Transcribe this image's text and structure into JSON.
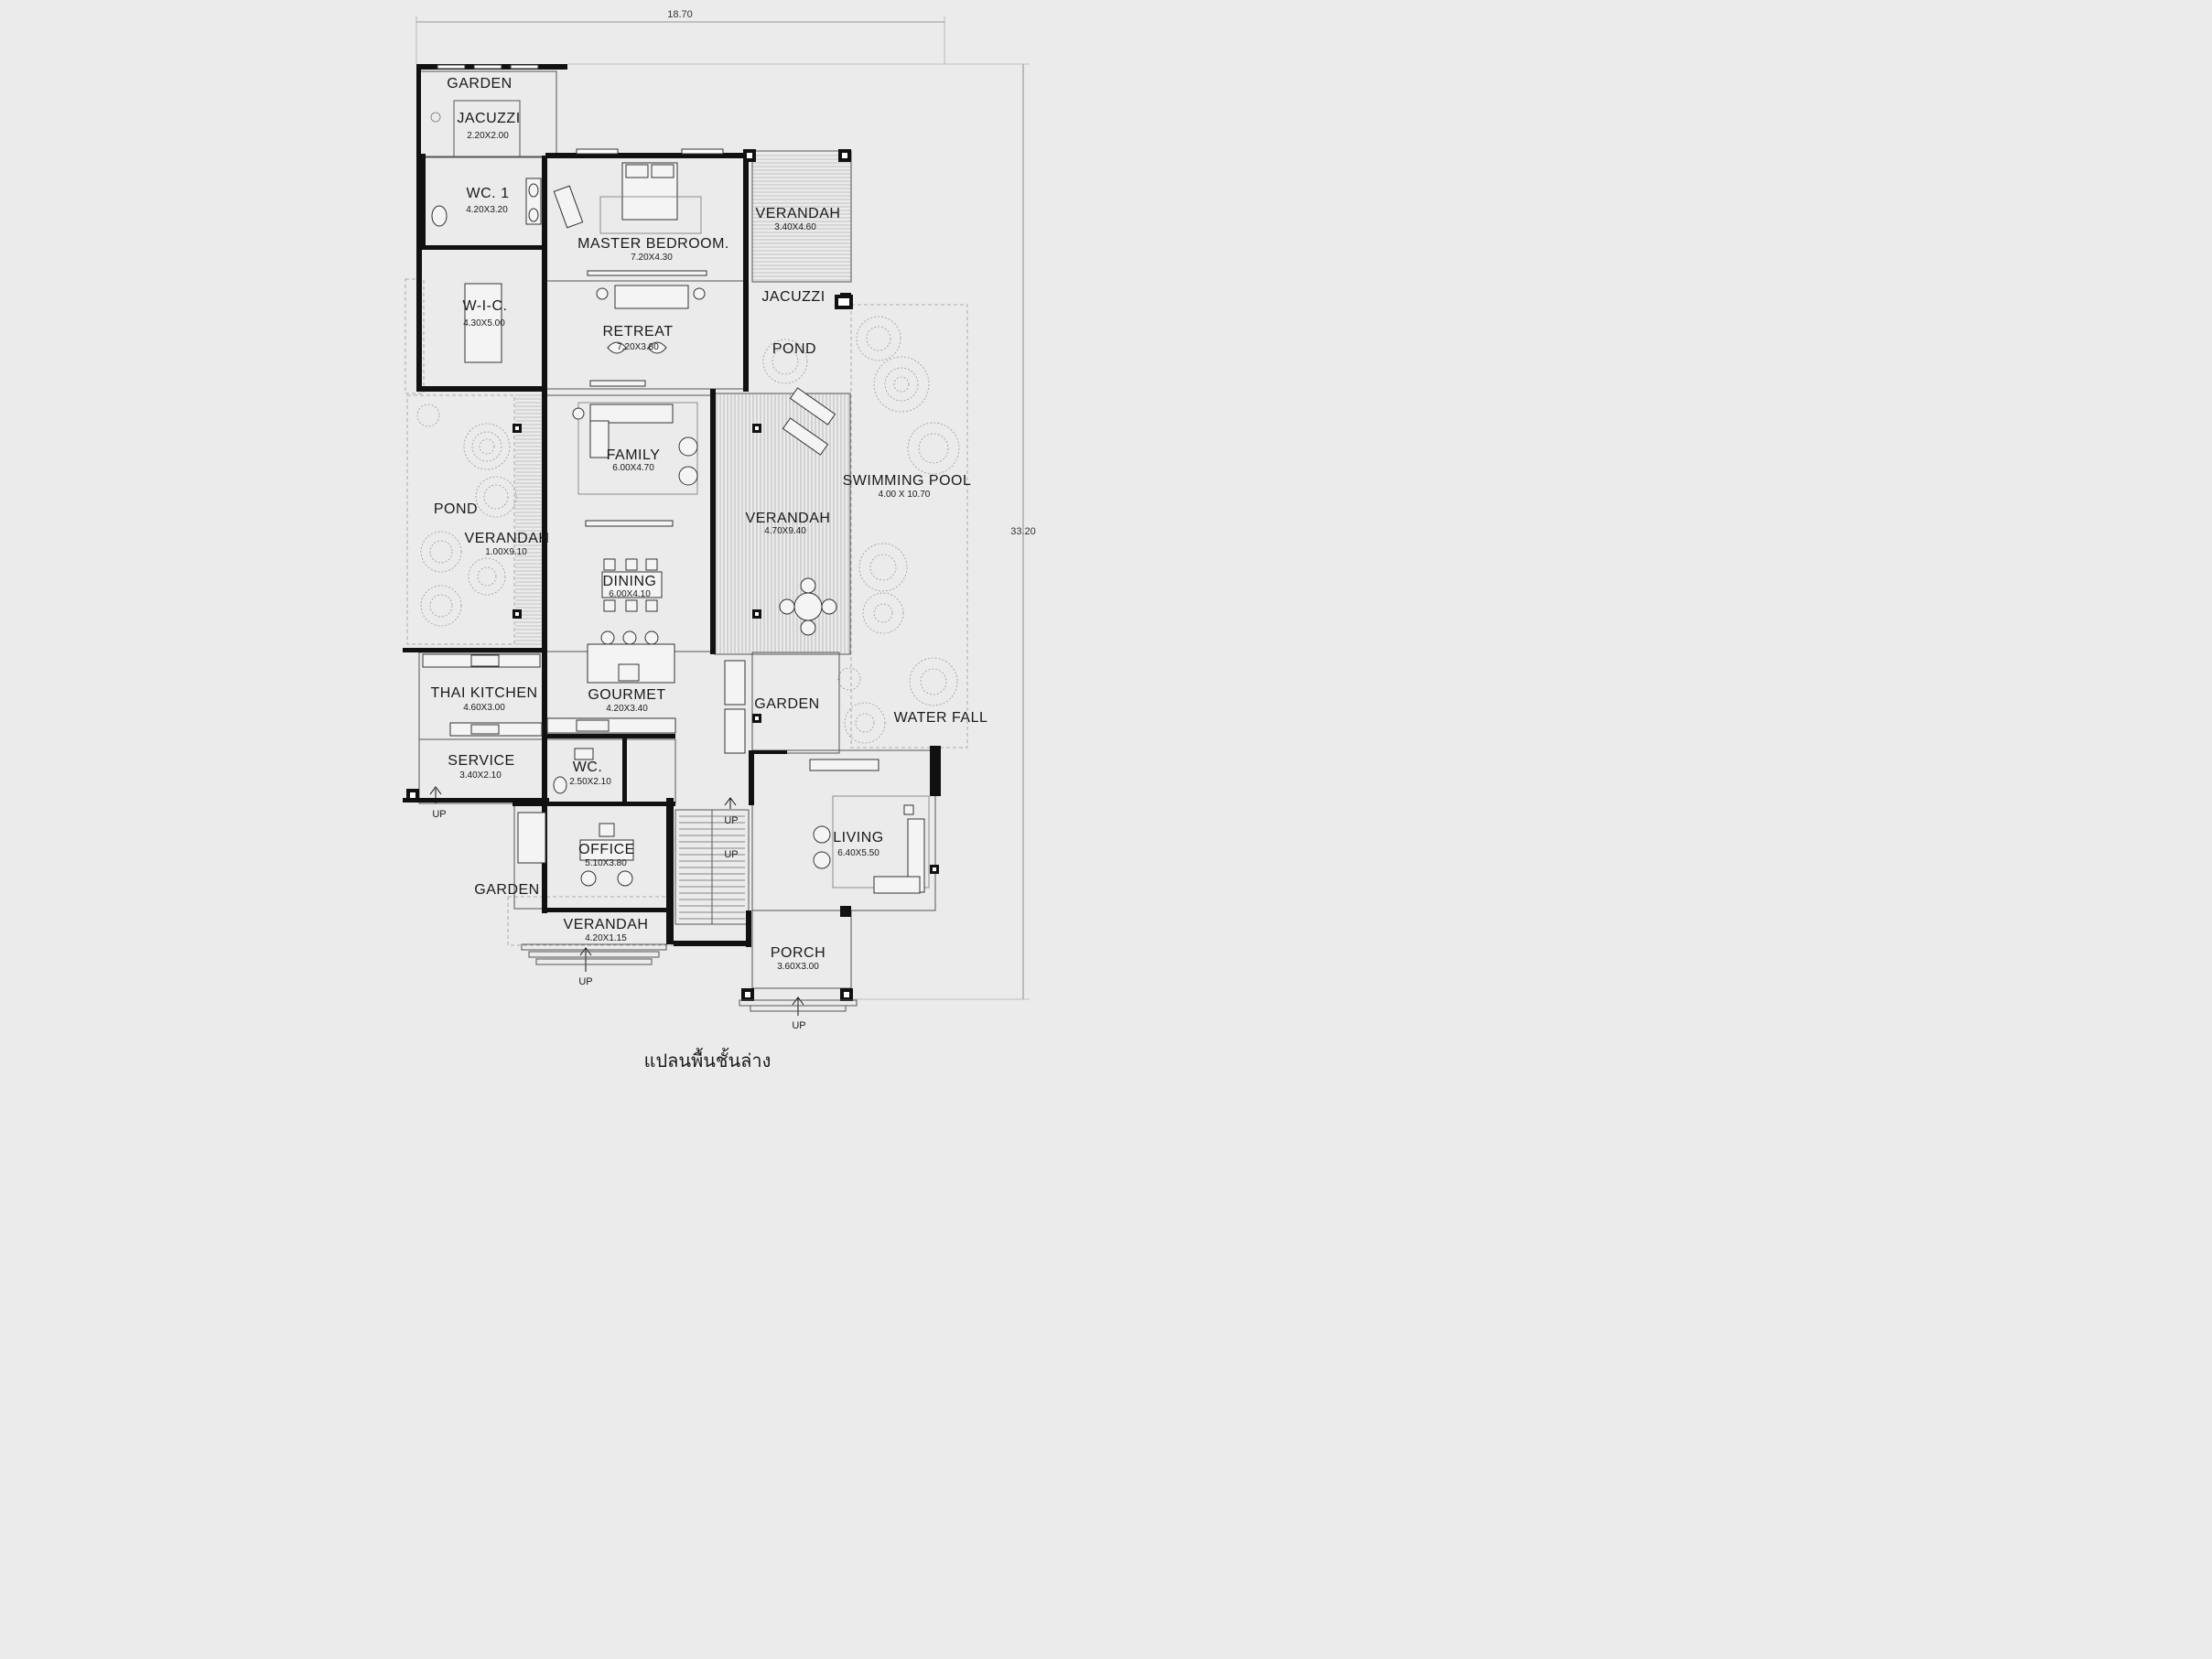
{
  "overall_dims": {
    "width": "18.70",
    "depth": "33.20"
  },
  "rooms": [
    {
      "key": "garden_top",
      "name": "GARDEN"
    },
    {
      "key": "jacuzzi_top",
      "name": "JACUZZI",
      "size": "2.20X2.00"
    },
    {
      "key": "wc1",
      "name": "WC. 1",
      "size": "4.20X3.20"
    },
    {
      "key": "master",
      "name": "MASTER BEDROOM.",
      "size": "7.20X4.30"
    },
    {
      "key": "verandah_ne",
      "name": "VERANDAH",
      "size": "3.40X4.60"
    },
    {
      "key": "jacuzzi_east",
      "name": "JACUZZI"
    },
    {
      "key": "wic",
      "name": "W-I-C.",
      "size": "4.30X5.00"
    },
    {
      "key": "retreat",
      "name": "RETREAT",
      "size": "7.20X3.80"
    },
    {
      "key": "pond_east",
      "name": "POND"
    },
    {
      "key": "family",
      "name": "FAMILY",
      "size": "6.00X4.70"
    },
    {
      "key": "pool",
      "name": "SWIMMING POOL",
      "size": "4.00 X 10.70"
    },
    {
      "key": "pond_west",
      "name": "POND"
    },
    {
      "key": "verandah_west",
      "name": "VERANDAH",
      "size": "1.00X9.10"
    },
    {
      "key": "verandah_east",
      "name": "VERANDAH",
      "size": "4.70X9.40"
    },
    {
      "key": "dining",
      "name": "DINING",
      "size": "6.00X4.10"
    },
    {
      "key": "thai_kitchen",
      "name": "THAI KITCHEN",
      "size": "4.60X3.00"
    },
    {
      "key": "gourmet",
      "name": "GOURMET",
      "size": "4.20X3.40"
    },
    {
      "key": "garden_mid",
      "name": "GARDEN"
    },
    {
      "key": "waterfall",
      "name": "WATER FALL"
    },
    {
      "key": "service",
      "name": "SERVICE",
      "size": "3.40X2.10"
    },
    {
      "key": "wc2",
      "name": "WC.",
      "size": "2.50X2.10"
    },
    {
      "key": "office",
      "name": "OFFICE",
      "size": "5.10X3.80"
    },
    {
      "key": "living",
      "name": "LIVING",
      "size": "6.40X5.50"
    },
    {
      "key": "garden_sw",
      "name": "GARDEN"
    },
    {
      "key": "verandah_south",
      "name": "VERANDAH",
      "size": "4.20X1.15"
    },
    {
      "key": "porch",
      "name": "PORCH",
      "size": "3.60X3.00"
    }
  ],
  "up_label": "UP",
  "plan_title": "แปลนพื้นชั้นล่าง"
}
